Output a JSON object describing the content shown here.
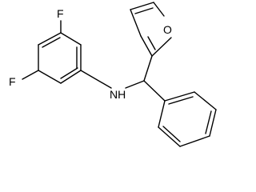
{
  "molecule": {
    "atoms": {
      "fluorine_top": "F",
      "fluorine_bottom": "F",
      "amine": "NH",
      "furan_oxygen": "O"
    }
  }
}
